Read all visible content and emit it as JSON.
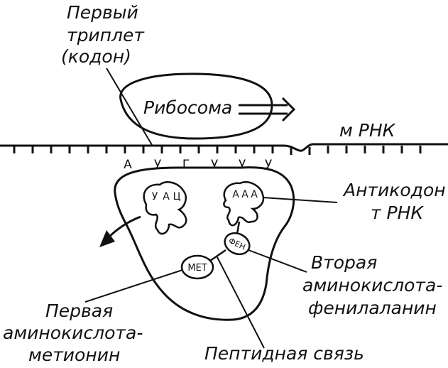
{
  "labels": {
    "first_triplet": [
      "Первый",
      "триплет",
      "(кодон)"
    ],
    "ribosome": "Рибосома",
    "mrna": "м РНК",
    "anticodon": [
      "Антикодон",
      "т РНК"
    ],
    "second_aa": [
      "Вторая",
      "аминокислота-",
      "фенилаланин"
    ],
    "first_aa": [
      "Первая",
      "аминокислота-",
      "метионин"
    ],
    "peptide_bond": "Пептидная связь"
  },
  "codons": [
    "А",
    "У",
    "Г",
    "У",
    "У",
    "У"
  ],
  "trna_left_anticodon": [
    "У",
    "А",
    "Ц"
  ],
  "trna_right_anticodon": [
    "А",
    "А",
    "А"
  ],
  "amino_acids": {
    "met": "МЕТ",
    "phe": "ФЕН"
  }
}
